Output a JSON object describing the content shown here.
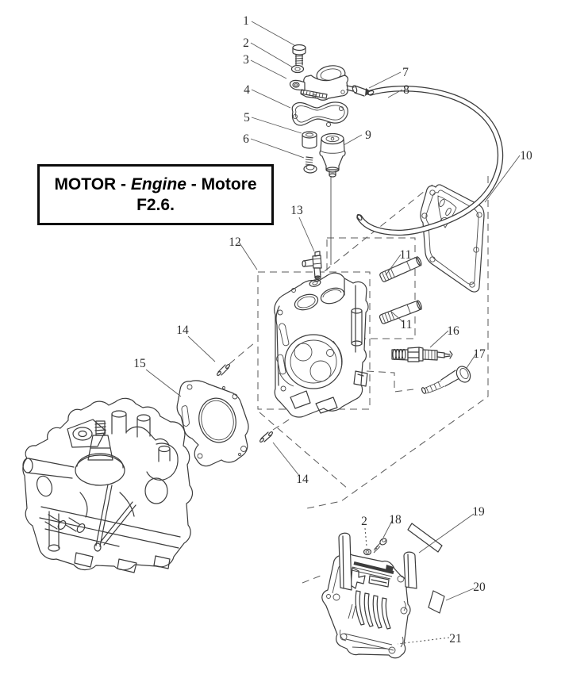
{
  "diagram": {
    "type": "exploded-parts-diagram",
    "title": {
      "segment_bold_1": "MOTOR - ",
      "segment_italic": "Engine",
      "segment_bold_2": " - Motore",
      "model_line": "F2.6."
    },
    "callouts": [
      "1",
      "2",
      "3",
      "4",
      "5",
      "6",
      "7",
      "8",
      "9",
      "10",
      "13",
      "12",
      "11",
      "11",
      "16",
      "17",
      "14",
      "15",
      "14",
      "2",
      "18",
      "19",
      "20",
      "21"
    ],
    "colors": {
      "line": "#3c3c3c",
      "leader": "#5a5a5a",
      "background": "#ffffff",
      "title_border": "#0c0c0c",
      "title_text": "#000000"
    }
  }
}
